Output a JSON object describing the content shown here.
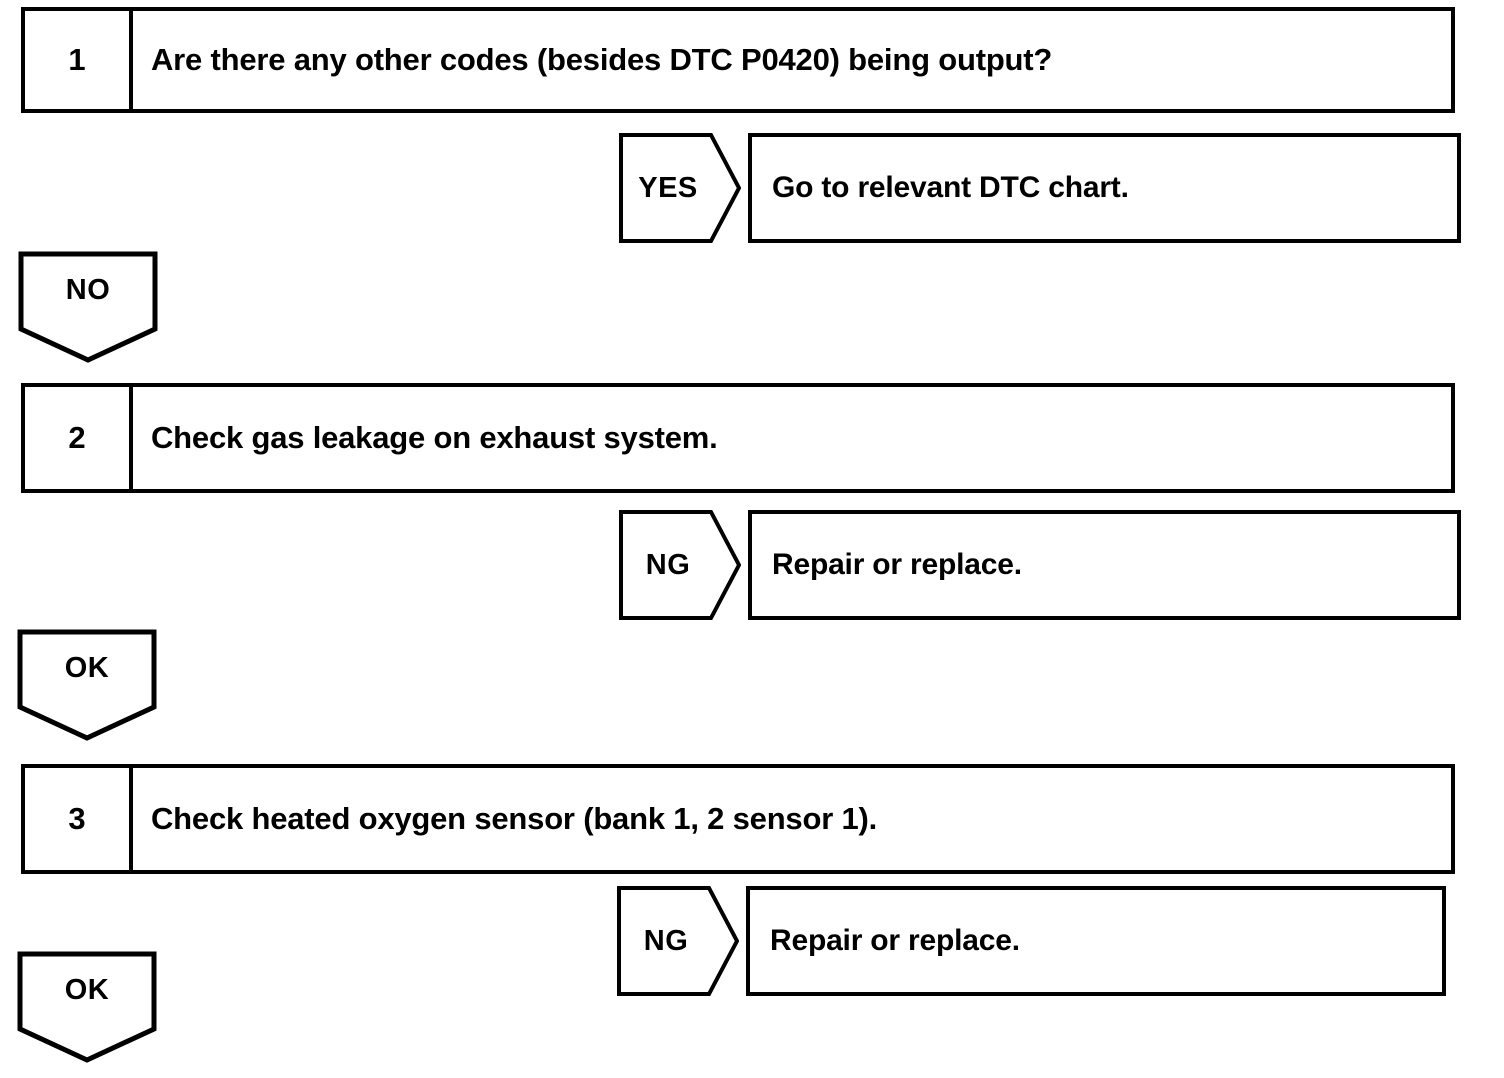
{
  "diagram": {
    "type": "diagnostic-flowchart",
    "subject": "DTC P0420",
    "steps": [
      {
        "number": "1",
        "text": "Are there any other codes (besides DTC P0420) being output?"
      },
      {
        "number": "2",
        "text": "Check gas leakage on exhaust system."
      },
      {
        "number": "3",
        "text": "Check heated oxygen sensor (bank 1, 2 sensor 1)."
      }
    ],
    "branches": [
      {
        "label": "YES",
        "result": "Go to relevant DTC chart."
      },
      {
        "label": "NG",
        "result": "Repair or replace."
      },
      {
        "label": "NG",
        "result": "Repair or replace."
      }
    ],
    "flow_arrows": [
      {
        "label": "NO"
      },
      {
        "label": "OK"
      },
      {
        "label": "OK"
      }
    ]
  },
  "colors": {
    "stroke": "#000000",
    "fill": "#ffffff"
  }
}
